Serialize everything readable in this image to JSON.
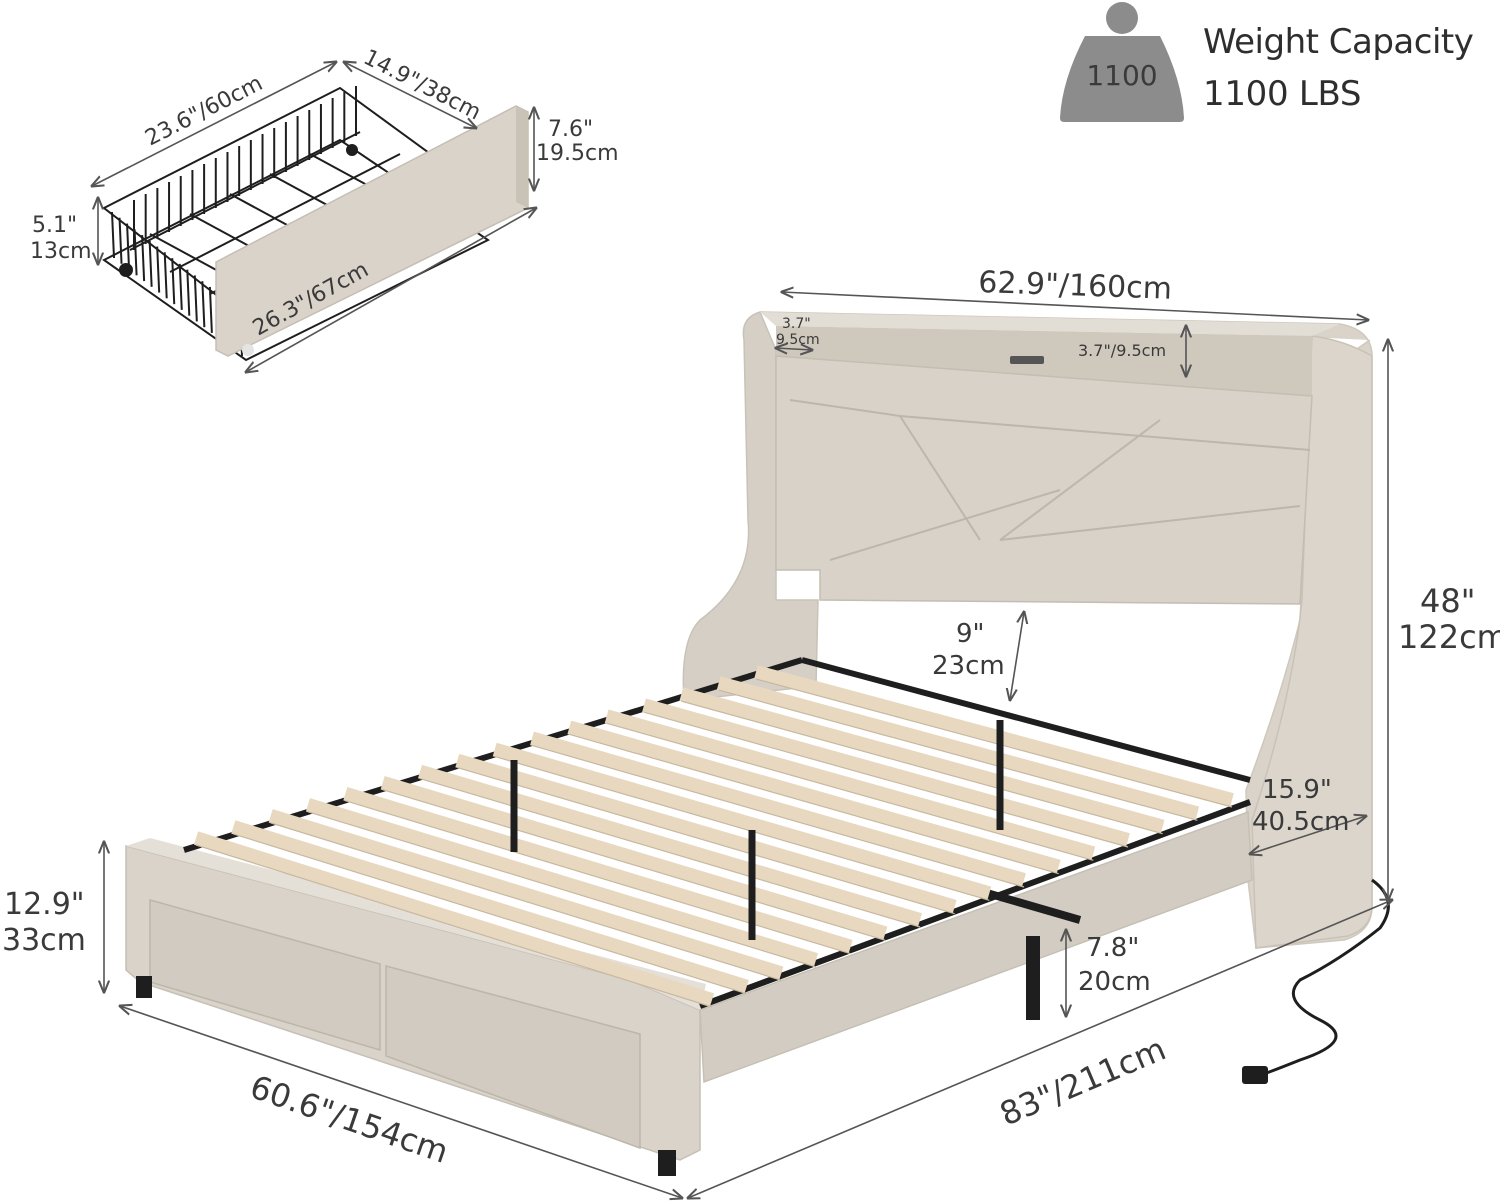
{
  "capacity": {
    "icon": "weight-icon",
    "weight_number": "1100",
    "title": "Weight Capacity",
    "value": "1100 LBS"
  },
  "drawer": {
    "depth_label": "14.9\"/38cm",
    "length_label": "23.6\"/60cm",
    "front_height_in": "7.6\"",
    "front_height_cm": "19.5cm",
    "basket_height_in": "5.1\"",
    "basket_height_cm": "13cm",
    "front_width_label": "26.3\"/67cm"
  },
  "bed": {
    "headboard_width": "62.9\"/160cm",
    "shelf_depth_in": "3.7\"",
    "shelf_depth_cm": "9.5cm",
    "shelf_height": "3.7\"/9.5cm",
    "headboard_height_in": "48\"",
    "headboard_height_cm": "122cm",
    "slat_gap_in": "9\"",
    "slat_gap_cm": "23cm",
    "wing_depth_in": "15.9\"",
    "wing_depth_cm": "40.5cm",
    "rail_height_in": "12.9\"",
    "rail_height_cm": "33cm",
    "clearance_in": "7.8\"",
    "clearance_cm": "20cm",
    "width_label": "60.6\"/154cm",
    "length_label": "83\"/211cm"
  },
  "colors": {
    "fabric": "#d9d3ca",
    "fabric_shade": "#c9c2b7",
    "slat": "#e8d8c0",
    "metal": "#1e1e1e",
    "dimension_line": "#555555",
    "icon_gray": "#8c8c8c"
  }
}
